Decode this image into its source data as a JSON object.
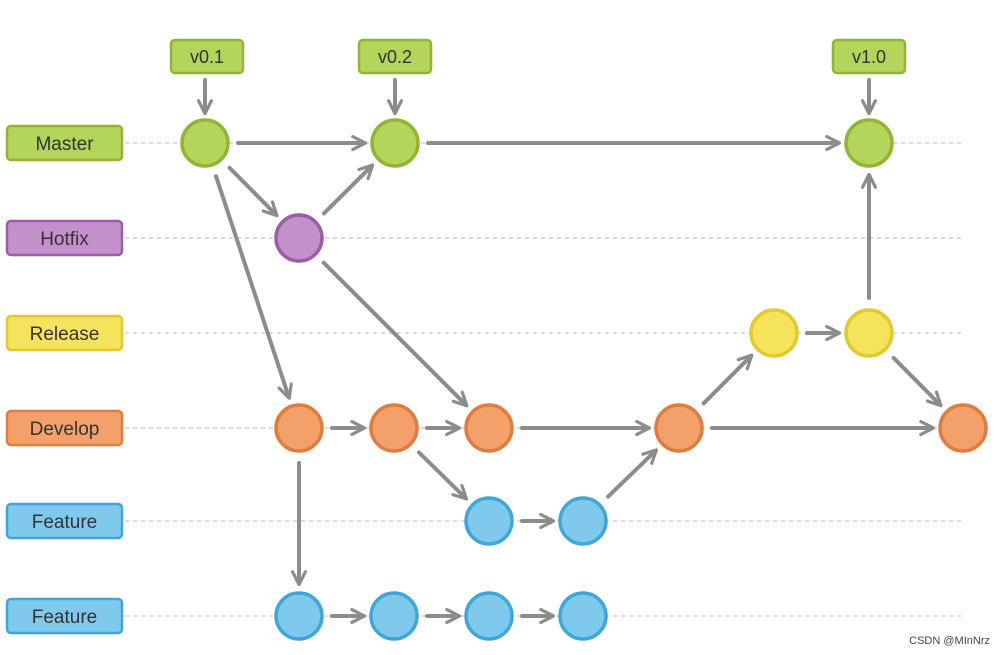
{
  "lanes": [
    {
      "label": "Master",
      "fill": "#b4d45c",
      "stroke": "#8fb632"
    },
    {
      "label": "Hotfix",
      "fill": "#c490cc",
      "stroke": "#9c5ca8"
    },
    {
      "label": "Release",
      "fill": "#f6e35c",
      "stroke": "#e2c92c"
    },
    {
      "label": "Develop",
      "fill": "#f3a06a",
      "stroke": "#e07c3c"
    },
    {
      "label": "Feature",
      "fill": "#7fcaec",
      "stroke": "#3ea6d8"
    },
    {
      "label": "Feature",
      "fill": "#7fcaec",
      "stroke": "#3ea6d8"
    }
  ],
  "tags": [
    {
      "label": "v0.1",
      "fill": "#b4d45c",
      "stroke": "#8fb632"
    },
    {
      "label": "v0.2",
      "fill": "#b4d45c",
      "stroke": "#8fb632"
    },
    {
      "label": "v1.0",
      "fill": "#b4d45c",
      "stroke": "#8fb632"
    }
  ],
  "nodes": [
    {
      "id": "m1",
      "lane": 0,
      "icon": "master-commit-icon"
    },
    {
      "id": "m2",
      "lane": 0,
      "icon": "master-commit-icon"
    },
    {
      "id": "m3",
      "lane": 0,
      "icon": "master-commit-icon"
    },
    {
      "id": "h1",
      "lane": 1,
      "icon": "hotfix-commit-icon"
    },
    {
      "id": "r1",
      "lane": 2,
      "icon": "release-commit-icon"
    },
    {
      "id": "r2",
      "lane": 2,
      "icon": "release-commit-icon"
    },
    {
      "id": "d1",
      "lane": 3,
      "icon": "develop-commit-icon"
    },
    {
      "id": "d2",
      "lane": 3,
      "icon": "develop-commit-icon"
    },
    {
      "id": "d3",
      "lane": 3,
      "icon": "develop-commit-icon"
    },
    {
      "id": "d4",
      "lane": 3,
      "icon": "develop-commit-icon"
    },
    {
      "id": "d5",
      "lane": 3,
      "icon": "develop-commit-icon"
    },
    {
      "id": "fa1",
      "lane": 4,
      "icon": "feature-commit-icon"
    },
    {
      "id": "fa2",
      "lane": 4,
      "icon": "feature-commit-icon"
    },
    {
      "id": "fb1",
      "lane": 5,
      "icon": "feature-commit-icon"
    },
    {
      "id": "fb2",
      "lane": 5,
      "icon": "feature-commit-icon"
    },
    {
      "id": "fb3",
      "lane": 5,
      "icon": "feature-commit-icon"
    },
    {
      "id": "fb4",
      "lane": 5,
      "icon": "feature-commit-icon"
    }
  ],
  "edges": [
    [
      "m1",
      "m2"
    ],
    [
      "m2",
      "m3"
    ],
    [
      "m1",
      "h1"
    ],
    [
      "h1",
      "m2"
    ],
    [
      "m1",
      "d1"
    ],
    [
      "h1",
      "d3"
    ],
    [
      "d1",
      "d2"
    ],
    [
      "d2",
      "d3"
    ],
    [
      "d3",
      "d4"
    ],
    [
      "d4",
      "d5"
    ],
    [
      "d2",
      "fa1"
    ],
    [
      "fa1",
      "fa2"
    ],
    [
      "fa2",
      "d4"
    ],
    [
      "d4",
      "r1"
    ],
    [
      "r1",
      "r2"
    ],
    [
      "r2",
      "m3"
    ],
    [
      "r2",
      "d5"
    ],
    [
      "d1",
      "fb1"
    ],
    [
      "fb1",
      "fb2"
    ],
    [
      "fb2",
      "fb3"
    ],
    [
      "fb3",
      "fb4"
    ]
  ],
  "tag_links": [
    [
      "v0.1",
      "m1"
    ],
    [
      "v0.2",
      "m2"
    ],
    [
      "v1.0",
      "m3"
    ]
  ],
  "edge_color": "#8c8c8c",
  "watermark": "CSDN @MInNrz"
}
